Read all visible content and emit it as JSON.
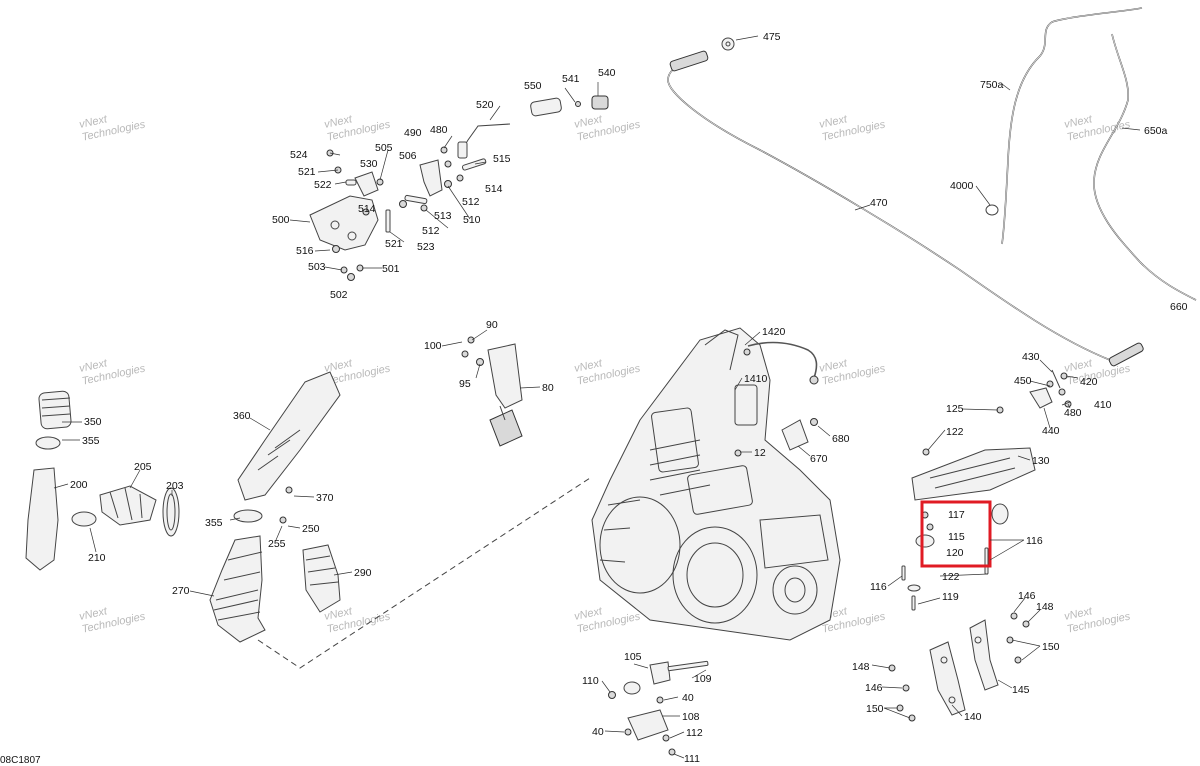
{
  "diagram": {
    "code": "08C1807",
    "watermark_line1": "vNext",
    "watermark_line2": "Technologies",
    "highlight_color": "#e01b24",
    "labels": {
      "l475": "475",
      "l750a": "750a",
      "l650a": "650a",
      "l4000": "4000",
      "l470": "470",
      "l660": "660",
      "l550": "550",
      "l541": "541",
      "l540": "540",
      "l520": "520",
      "l490": "490",
      "l480a": "480",
      "l524": "524",
      "l505": "505",
      "l506": "506",
      "l515": "515",
      "l521a": "521",
      "l530": "530",
      "l514a": "514",
      "l522": "522",
      "l512a": "512",
      "l514b": "514",
      "l500": "500",
      "l513": "513",
      "l510": "510",
      "l512b": "512",
      "l516": "516",
      "l521b": "521",
      "l523": "523",
      "l503": "503",
      "l501": "501",
      "l502": "502",
      "l90": "90",
      "l100": "100",
      "l95": "95",
      "l80": "80",
      "l1420": "1420",
      "l1410": "1410",
      "l12": "12",
      "l680": "680",
      "l670": "670",
      "l430": "430",
      "l450": "450",
      "l420": "420",
      "l480b": "480",
      "l410": "410",
      "l440": "440",
      "l125": "125",
      "l122a": "122",
      "l130": "130",
      "l117": "117",
      "l115": "115",
      "l120": "120",
      "l116a": "116",
      "l116b": "116",
      "l122b": "122",
      "l119": "119",
      "l350": "350",
      "l355a": "355",
      "l200": "200",
      "l205": "205",
      "l203": "203",
      "l210": "210",
      "l360": "360",
      "l370": "370",
      "l355b": "355",
      "l250": "250",
      "l255": "255",
      "l270": "270",
      "l290": "290",
      "l146a": "146",
      "l148a": "148",
      "l150a": "150",
      "l148b": "148",
      "l146b": "146",
      "l150b": "150",
      "l145": "145",
      "l140": "140",
      "l105": "105",
      "l109": "109",
      "l110": "110",
      "l40a": "40",
      "l108": "108",
      "l40b": "40",
      "l112": "112",
      "l111": "111"
    }
  }
}
